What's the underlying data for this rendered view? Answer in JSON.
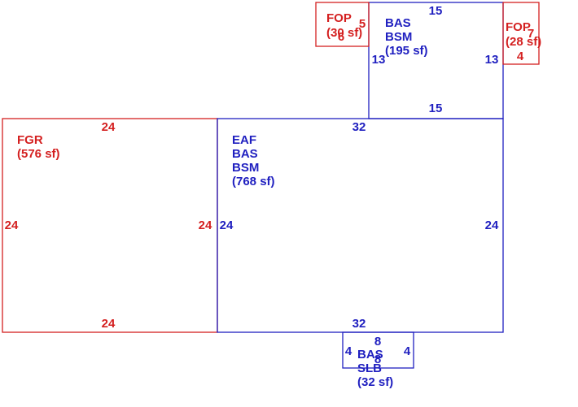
{
  "colors": {
    "red": "#d42020",
    "blue": "#2020c0"
  },
  "areas": {
    "fgr": {
      "code_lines": [
        "FGR"
      ],
      "area": "(576 sf)",
      "dims": {
        "top": "24",
        "bottom": "24",
        "left": "24",
        "right": "24"
      }
    },
    "main": {
      "code_lines": [
        "EAF",
        "BAS",
        "BSM"
      ],
      "area": "(768 sf)",
      "dims": {
        "top": "32",
        "bottom": "32",
        "left": "24",
        "right": "24"
      }
    },
    "upper": {
      "code_lines": [
        "BAS",
        "BSM"
      ],
      "area": "(195 sf)",
      "dims": {
        "top": "15",
        "bottom": "15",
        "left": "13",
        "right": "13"
      }
    },
    "fop_left": {
      "code_lines": [
        "FOP"
      ],
      "area": "(30 sf)",
      "dims": {
        "side_a": "5",
        "side_b": "6"
      }
    },
    "fop_right": {
      "code_lines": [
        "FOP"
      ],
      "area": "(28 sf)",
      "dims": {
        "side_a": "7",
        "side_b": "4"
      }
    },
    "slab": {
      "code_lines": [
        "BAS",
        "SLB"
      ],
      "area": "(32 sf)",
      "dims": {
        "top": "8",
        "left": "4",
        "right": "4",
        "inner": "8"
      }
    }
  }
}
